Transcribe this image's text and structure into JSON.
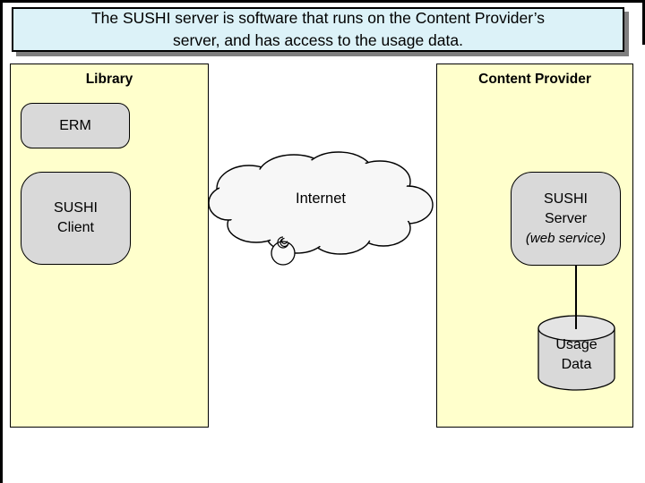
{
  "title_box": {
    "line1": "The SUSHI server is software that runs on the Content Provider’s",
    "line2": "server, and has access to the usage data."
  },
  "library_panel": {
    "title": "Library",
    "erm_label": "ERM",
    "sushi_client": {
      "line1": "SUSHI",
      "line2": "Client"
    }
  },
  "internet_cloud": {
    "label": "Internet"
  },
  "content_provider_panel": {
    "title": "Content Provider",
    "sushi_server": {
      "line1": "SUSHI",
      "line2": "Server",
      "line3": "(web service)"
    },
    "usage_data": {
      "line1": "Usage",
      "line2": "Data"
    }
  },
  "colors": {
    "title_box_fill": "#dcf2f8",
    "panel_fill": "#ffffcc",
    "node_fill": "#d9d9d9",
    "cloud_fill": "#f7f7f7",
    "outline": "#000000",
    "shadow": "#7f7f7f"
  }
}
